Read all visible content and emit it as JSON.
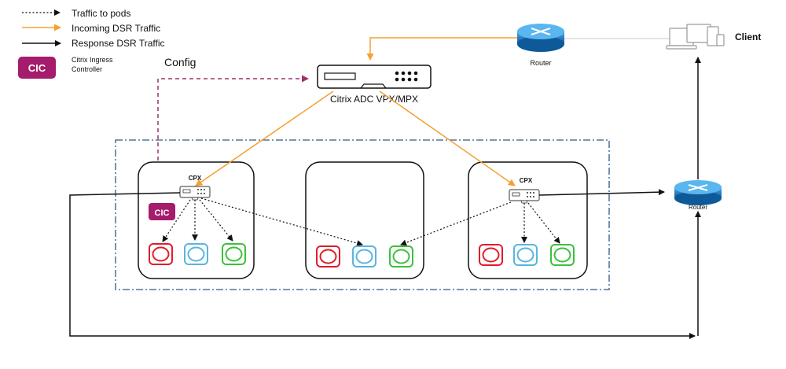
{
  "legend": {
    "traffic_to_pods": "Traffic to  pods",
    "incoming_dsr": "Incoming DSR Traffic",
    "response_dsr": "Response DSR Traffic",
    "cic_badge": "CIC",
    "cic_desc_line1": "Citrix Ingress",
    "cic_desc_line2": "Controller"
  },
  "labels": {
    "config": "Config",
    "adc": "Citrix ADC VPX/MPX",
    "router_top": "Router",
    "router_right": "Router",
    "client": "Client",
    "cpx_left": "CPX",
    "cpx_right": "CPX",
    "cic_node": "CIC"
  },
  "colors": {
    "incoming": "#f5a030",
    "config": "#a0306a",
    "cic": "#a51c6c",
    "cluster_border": "#2a5a8a",
    "router": "#1a6fb0",
    "pod_red": "#e01d2a",
    "pod_blue": "#5ab4e0",
    "pod_green": "#3cc03c"
  }
}
